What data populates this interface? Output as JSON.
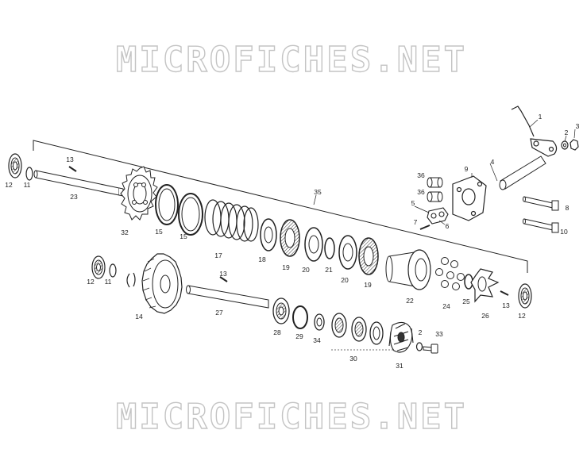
{
  "watermark": {
    "top": "MICROFICHES.NET",
    "bottom": "MICROFICHES.NET"
  },
  "callouts": {
    "c1": "1",
    "c2a": "2",
    "c3": "3",
    "c4": "4",
    "c5": "5",
    "c6": "6",
    "c7": "7",
    "c8": "8",
    "c9": "9",
    "c10": "10",
    "c11a": "11",
    "c11b": "11",
    "c12a": "12",
    "c12b": "12",
    "c12c": "12",
    "c13a": "13",
    "c13b": "13",
    "c13c": "13",
    "c14": "14",
    "c15a": "15",
    "c15b": "15",
    "c17": "17",
    "c18": "18",
    "c19a": "19",
    "c19b": "19",
    "c20a": "20",
    "c20b": "20",
    "c21": "21",
    "c22": "22",
    "c23": "23",
    "c24": "24",
    "c25": "25",
    "c26": "26",
    "c27": "27",
    "c28": "28",
    "c29": "29",
    "c30": "30",
    "c31": "31",
    "c2b": "2",
    "c32": "32",
    "c33": "33",
    "c34": "34",
    "c35": "35",
    "c36a": "36",
    "c36b": "36"
  }
}
